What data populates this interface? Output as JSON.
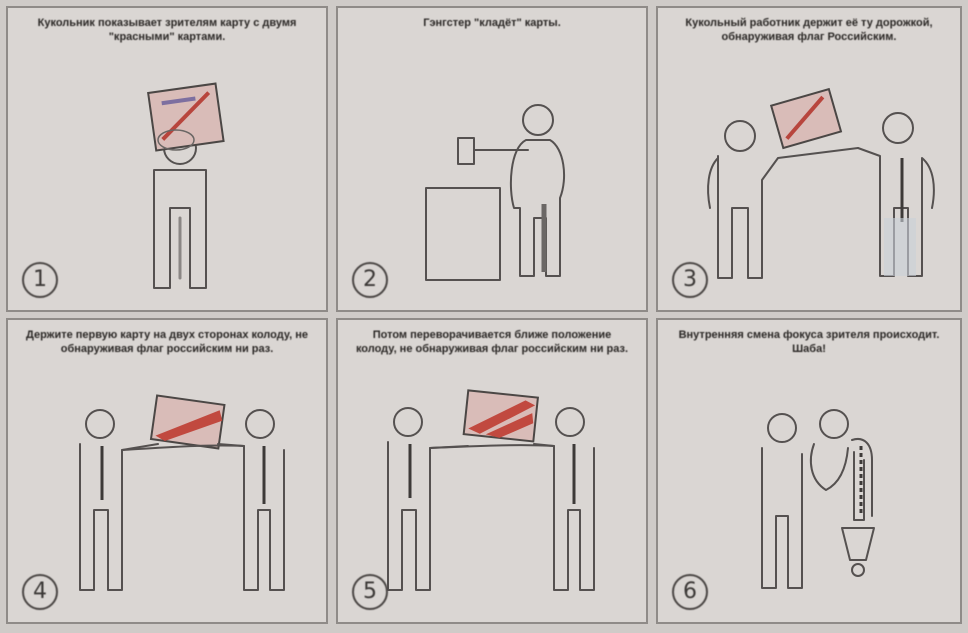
{
  "panels": [
    {
      "number": "1",
      "caption": "Кукольник показывает зрителям карту с двумя \"красными\" картами."
    },
    {
      "number": "2",
      "caption": "Гэнгстер \"кладёт\" карты."
    },
    {
      "number": "3",
      "caption": "Кукольный работник держит её ту дорожкой, обнаруживая флаг Российским."
    },
    {
      "number": "4",
      "caption": "Держите первую карту на двух сторонах колоду, не обнаруживая флаг российским ни раз."
    },
    {
      "number": "5",
      "caption": "Потом переворачивается ближе положение колоду, не обнаруживая флаг российским ни раз."
    },
    {
      "number": "6",
      "caption": "Внутренняя смена фокуса зрителя происходит. Шаба!"
    }
  ],
  "colors": {
    "paper": "#dad6d3",
    "border": "#8f8b88",
    "ink": "#555150",
    "flag_red": "#c1493f"
  }
}
